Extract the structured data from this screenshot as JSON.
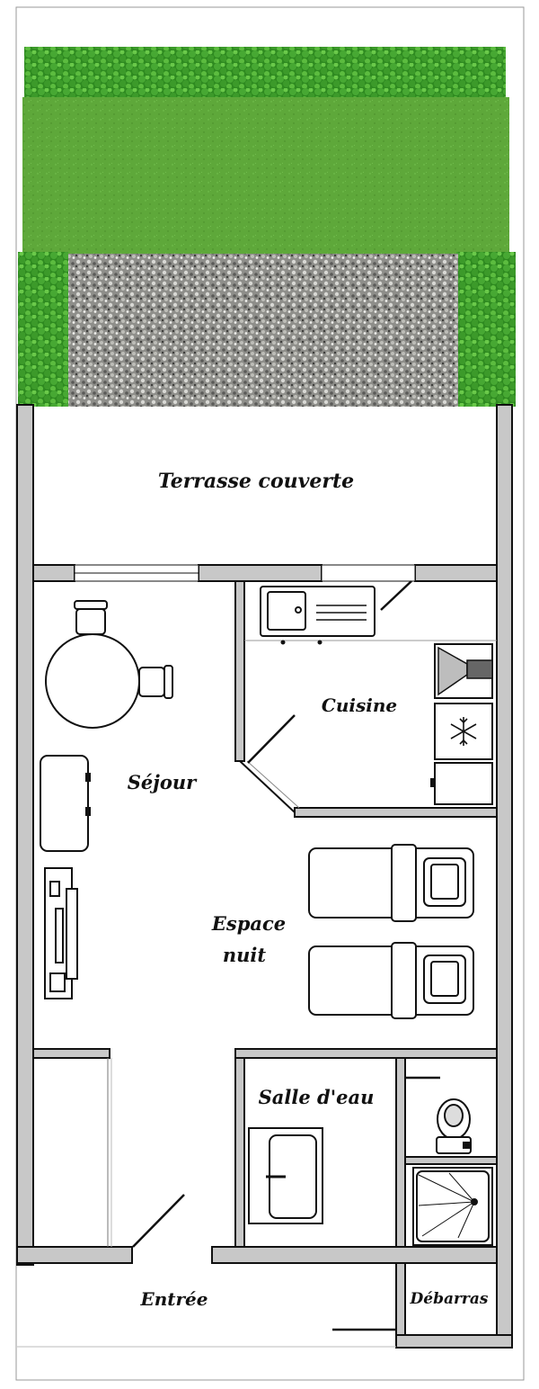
{
  "rooms": {
    "terrasse": "Terrasse couverte",
    "cuisine": "Cuisine",
    "sejour": "Séjour",
    "espace_line1": "Espace",
    "espace_line2": "nuit",
    "salle_eau": "Salle d'eau",
    "entree": "Entrée",
    "debarras": "Débarras"
  },
  "colors": {
    "wall": "#c8c8c8",
    "wall_edge": "#111111",
    "lawn": "#5ea83a",
    "hedge": "#2f8a22",
    "gravel": "#9a9a96",
    "floor": "#ffffff"
  }
}
